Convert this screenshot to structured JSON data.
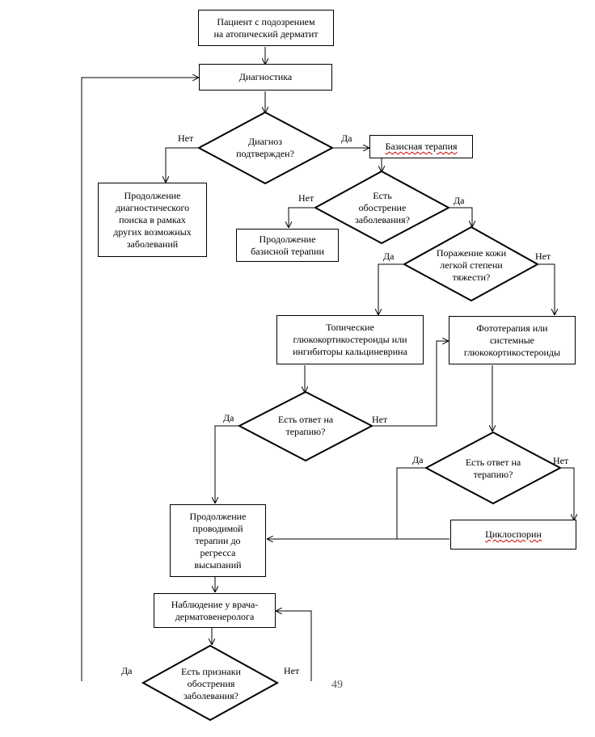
{
  "nodes": {
    "start": "Пациент с подозрением\nна атопический дерматит",
    "diagnostics": "Диагностика",
    "q_diagnosis": "Диагноз\nподтвержден?",
    "continue_search": "Продолжение\nдиагностического\nпоиска в рамках\nдругих возможных\nзаболеваний",
    "basic_therapy": "Базисная терапия",
    "q_exacerbation": "Есть\nобострение\nзаболевания?",
    "continue_basic": "Продолжение\nбазисной терапии",
    "q_severity": "Поражение кожи\nлегкой степени\nтяжести?",
    "topical": "Топические\nглюкокортикостероиды или\nингибиторы кальциневрина",
    "phototherapy": "Фототерапия или\nсистемные\nглюкокортикостероиды",
    "q_response1": "Есть ответ на\nтерапию?",
    "q_response2": "Есть ответ на\nтерапию?",
    "continue_therapy": "Продолжение\nпроводимой\nтерапии до\nрегресса\nвысыпаний",
    "cyclosporine": "Циклоспорин",
    "observation": "Наблюдение у врача-\nдерматовенеролога",
    "q_signs": "Есть признаки\nобострения\nзаболевания?"
  },
  "labels": {
    "yes": "Да",
    "no": "Нет"
  },
  "page_number": "49"
}
